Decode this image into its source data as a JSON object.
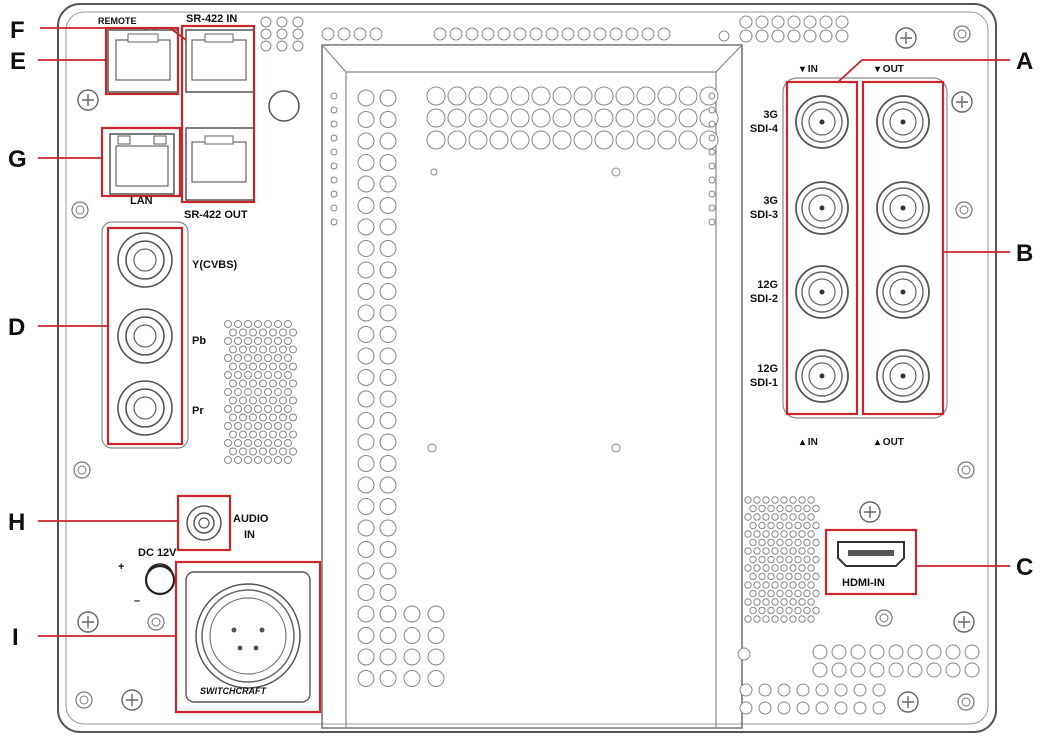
{
  "callouts": {
    "a": "A",
    "b": "B",
    "c": "C",
    "d": "D",
    "e": "E",
    "f": "F",
    "g": "G",
    "h": "H",
    "i": "I"
  },
  "ports": {
    "remote": "REMOTE",
    "sr422_in": "SR-422 IN",
    "sr422_out": "SR-422 OUT",
    "lan": "LAN",
    "ycvbs": "Y(CVBS)",
    "pb": "Pb",
    "pr": "Pr",
    "audio_line1": "AUDIO",
    "audio_line2": "IN",
    "dc": "DC 12V",
    "dc_plus": "+",
    "dc_minus": "–",
    "switchcraft": "SWITCHCRAFT",
    "hdmi": "HDMI-IN"
  },
  "sdi": {
    "in_top": "▾ IN",
    "out_top": "▾ OUT",
    "in_bottom": "▴ IN",
    "out_bottom": "▴ OUT",
    "rows": [
      {
        "line1": "3G",
        "line2": "SDI-4"
      },
      {
        "line1": "3G",
        "line2": "SDI-3"
      },
      {
        "line1": "12G",
        "line2": "SDI-2"
      },
      {
        "line1": "12G",
        "line2": "SDI-1"
      }
    ]
  },
  "colors": {
    "highlight": "#c8262a",
    "outline": "#555555",
    "panel": "#ffffff"
  }
}
